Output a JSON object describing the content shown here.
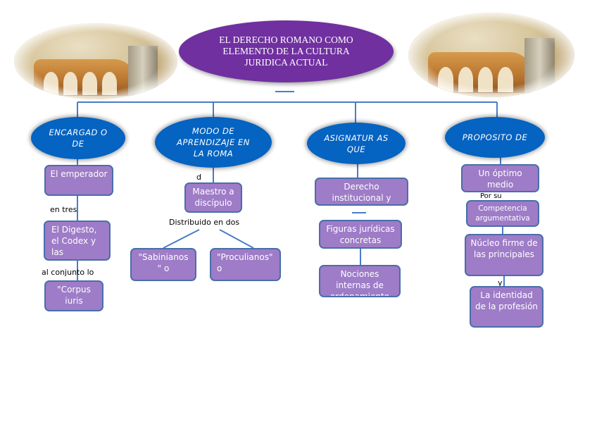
{
  "title": "EL DERECHO ROMANO COMO ELEMENTO DE LA CULTURA JURIDICA ACTUAL",
  "colors": {
    "title_fill": "#7030a0",
    "category_fill": "#0563c1",
    "box_fill": "#9e7cc7",
    "box_border": "#4a6ea9",
    "connector": "#4a7cc7"
  },
  "images": [
    {
      "name": "colosseum-image-left",
      "description": "Roman Colosseum collage"
    },
    {
      "name": "colosseum-image-right",
      "description": "Roman Colosseum collage"
    }
  ],
  "branches": [
    {
      "category": "ENCARGADO DE",
      "category_display": "ENCARGAD O DE",
      "nodes": [
        {
          "text": "El emperador",
          "connector_label": ""
        },
        {
          "text": "El Digesto, el Codex y las",
          "connector_label": "en tres"
        },
        {
          "text": "\"Corpus iuris",
          "connector_label": "al conjunto lo"
        }
      ]
    },
    {
      "category": "MODO DE APRENDIZAJE EN LA ROMA",
      "nodes": [
        {
          "text": "Maestro a discípulo",
          "connector_label": "d"
        }
      ],
      "split_label": "Distribuido en dos",
      "children": [
        {
          "text": "\"Sabinianos \" o"
        },
        {
          "text": "\"Proculianos\" o"
        }
      ]
    },
    {
      "category": "ASIGNATURAS QUE",
      "category_display": "ASIGNATUR AS QUE",
      "nodes": [
        {
          "text": "Derecho institucional y",
          "connector_label": ""
        },
        {
          "text": "Figuras jurídicas concretas",
          "connector_label": ""
        },
        {
          "text": "Nociones internas de ordenamiento",
          "connector_label": ""
        }
      ]
    },
    {
      "category": "PROPOSITO DE",
      "nodes": [
        {
          "text": "Un óptimo medio",
          "connector_label": ""
        },
        {
          "text": "Competencia argumentativa",
          "connector_label": "Por su"
        },
        {
          "text": "Núcleo firme de las principales",
          "connector_label": ""
        },
        {
          "text": "La identidad de la profesión",
          "connector_label": "y"
        }
      ]
    }
  ]
}
